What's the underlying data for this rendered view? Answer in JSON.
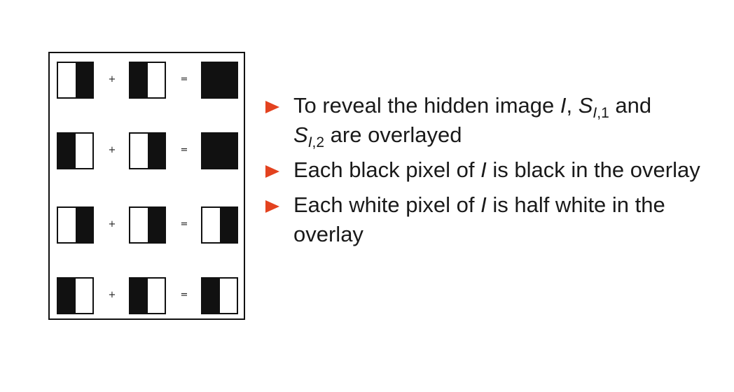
{
  "colors": {
    "black": "#111111",
    "white": "#ffffff",
    "bullet_arrow": "#e3421f"
  },
  "figure": {
    "rows": [
      {
        "share1": [
          "white",
          "black"
        ],
        "share2": [
          "black",
          "white"
        ],
        "result": [
          "black",
          "black"
        ],
        "plus": "+",
        "equals": "="
      },
      {
        "share1": [
          "black",
          "white"
        ],
        "share2": [
          "white",
          "black"
        ],
        "result": [
          "black",
          "black"
        ],
        "plus": "+",
        "equals": "="
      },
      {
        "share1": [
          "white",
          "black"
        ],
        "share2": [
          "white",
          "black"
        ],
        "result": [
          "white",
          "black"
        ],
        "plus": "+",
        "equals": "="
      },
      {
        "share1": [
          "black",
          "white"
        ],
        "share2": [
          "black",
          "white"
        ],
        "result": [
          "black",
          "white"
        ],
        "plus": "+",
        "equals": "="
      }
    ]
  },
  "bullets": [
    {
      "icon": "arrow-right-icon",
      "t1": "To reveal the hidden image ",
      "m1": "I",
      "t2": ", ",
      "m2": "S",
      "s2i": "I",
      "s2n": ",1",
      "t3": " and ",
      "m3": "S",
      "s3i": "I",
      "s3n": ",2",
      "t4": " are overlayed"
    },
    {
      "icon": "arrow-right-icon",
      "t1": "Each black pixel of ",
      "m1": "I",
      "t2": " is black in the overlay"
    },
    {
      "icon": "arrow-right-icon",
      "t1": "Each white pixel of ",
      "m1": "I",
      "t2": " is half white in the overlay"
    }
  ]
}
